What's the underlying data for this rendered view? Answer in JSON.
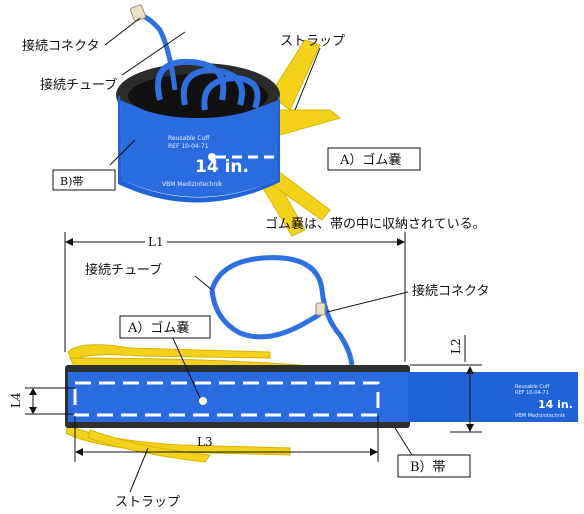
{
  "labels": {
    "connector_top": "接続コネクタ",
    "tube_top": "接続チューブ",
    "strap_top": "ストラップ",
    "band_top": "B)帯",
    "bladder_top": "A）ゴム嚢",
    "note": "ゴム嚢は、帯の中に収納されている。",
    "tube_bottom": "接続チューブ",
    "connector_bottom": "接続コネクタ",
    "bladder_bottom": "A）ゴム嚢",
    "band_bottom": "B）帯",
    "strap_bottom": "ストラップ"
  },
  "dimensions": {
    "l1": "L1",
    "l2": "L2",
    "l3": "L3",
    "l4": "L4"
  },
  "cuff_printing": {
    "product_line1": "Reusable Cuff",
    "product_line2": "REF 10-04-71",
    "size": "14 in.",
    "brand": "VBM Medizintechnik"
  },
  "colors": {
    "cuff_blue": "#1f63d6",
    "tube_blue": "#2f6fe0",
    "strap_yellow": "#f4d21c",
    "dark_trim": "#3a3a3a"
  }
}
